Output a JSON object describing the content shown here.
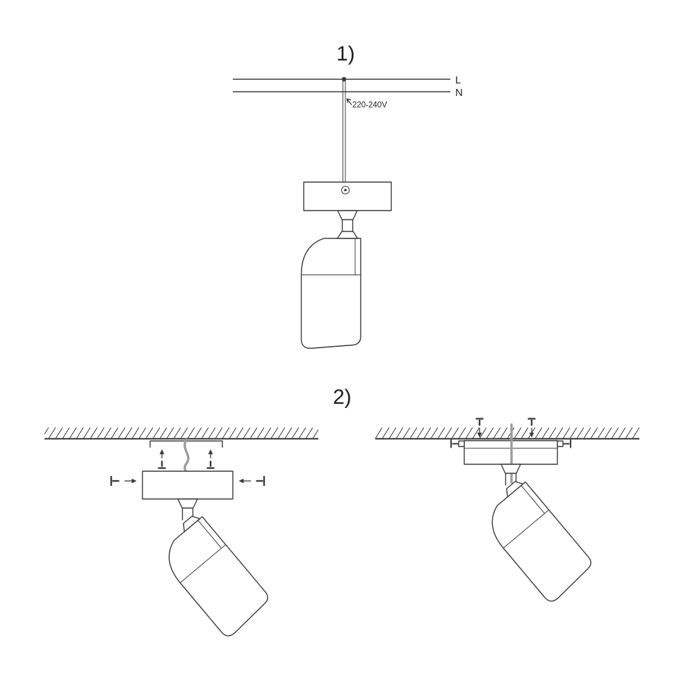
{
  "colors": {
    "line": "#3a3a3a",
    "cable_gray": "#9c9c9c",
    "background": "#ffffff"
  },
  "step1": {
    "label": "1)",
    "live_label": "L",
    "neutral_label": "N",
    "voltage_label": "220-240V"
  },
  "step2": {
    "label": "2)"
  }
}
